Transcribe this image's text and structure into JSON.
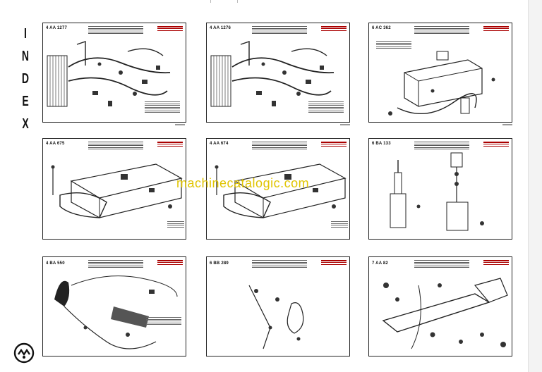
{
  "sidebar": {
    "index_letters": [
      "I",
      "N",
      "D",
      "E",
      "X"
    ]
  },
  "watermark": {
    "text": "machinecatalogic.com"
  },
  "panels": [
    {
      "code": "4 AA 1277"
    },
    {
      "code": "4 AA 1276"
    },
    {
      "code": "6 AC 362"
    },
    {
      "code": "4 AA 675"
    },
    {
      "code": "4 AA 674"
    },
    {
      "code": "6 BA 133"
    },
    {
      "code": "4 BA 550"
    },
    {
      "code": "6 BB 289"
    },
    {
      "code": "7 AA 82"
    }
  ],
  "colors": {
    "accent_refs": "#a00000",
    "watermark": "#e0c400",
    "frame": "#222222"
  },
  "icons": [
    "brand-logo-icon"
  ]
}
